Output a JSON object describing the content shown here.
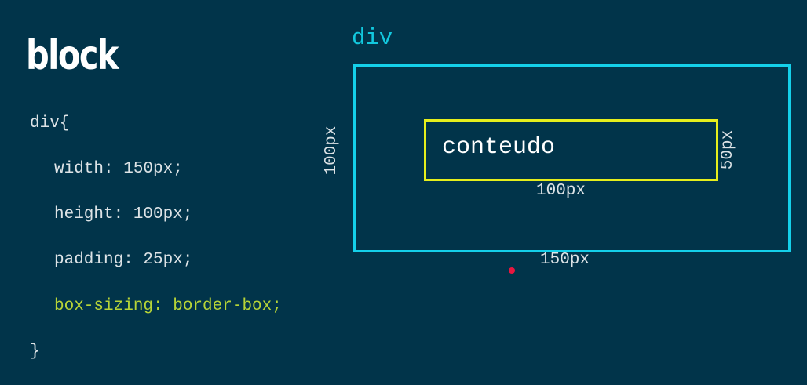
{
  "slide": {
    "title": "block"
  },
  "code": {
    "lines": [
      "div{",
      "width: 150px;",
      "height: 100px;",
      "padding: 25px;",
      "box-sizing: border-box;",
      "}"
    ],
    "highlight_color": "#b7d437"
  },
  "diagram": {
    "element_label": "div",
    "content_label": "conteudo",
    "outer_width_label": "150px",
    "outer_height_label": "100px",
    "inner_width_label": "100px",
    "inner_height_label": "50px",
    "outer_color": "#14d0ea",
    "inner_color": "#e6ee1c"
  },
  "colors": {
    "background": "#01344a",
    "cursor": "#e8163f"
  }
}
